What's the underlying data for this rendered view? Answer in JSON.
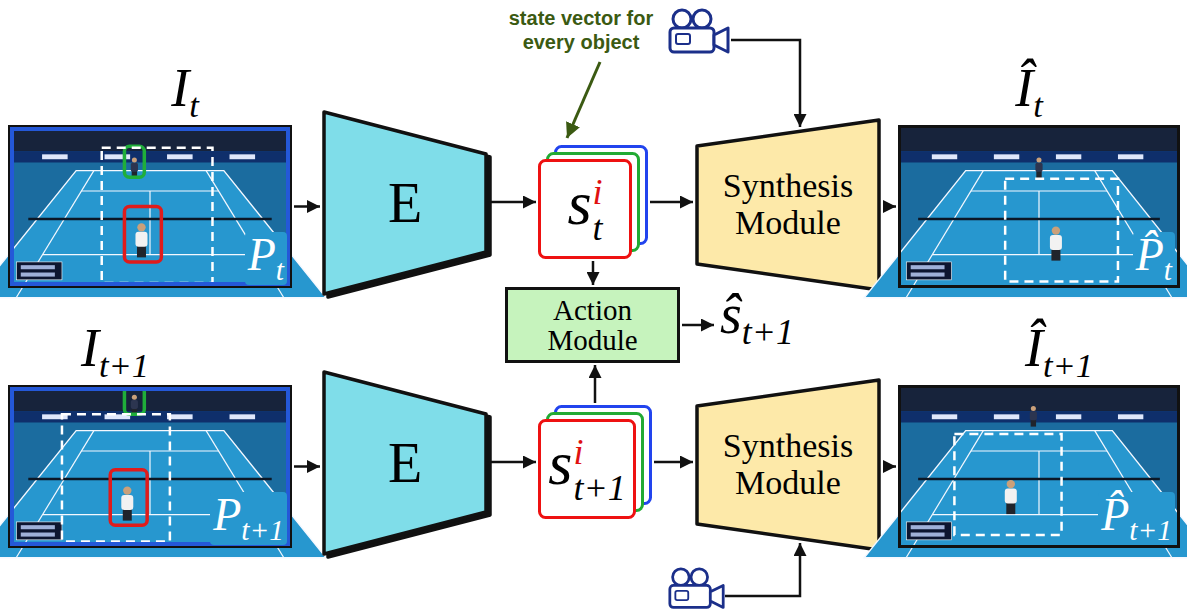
{
  "diagram": {
    "nodes": [
      {
        "text": [
          "I",
          "t",
          "P",
          "t"
        ]
      },
      {
        "text": [
          "E"
        ]
      },
      {
        "text": [
          "s",
          "i",
          "t"
        ]
      },
      {
        "text": [
          "Synthesis Module"
        ]
      },
      {
        "text": [
          "Î",
          "t",
          "P̂",
          "t"
        ]
      },
      {
        "text": [
          "Action Module"
        ]
      },
      {
        "text": [
          "I",
          "t+1",
          "P",
          "t+1"
        ]
      },
      {
        "text": [
          "E"
        ]
      },
      {
        "text": [
          "s",
          "i",
          "t+1"
        ]
      },
      {
        "text": [
          "Synthesis Module"
        ]
      },
      {
        "text": [
          "Î",
          "t+1",
          "P̂",
          "t+1"
        ]
      }
    ],
    "edges": [
      {
        "from": 0,
        "to": 1,
        "arrow": "to"
      },
      {
        "from": 1,
        "to": 2,
        "arrow": "to"
      },
      {
        "from": 2,
        "to": 3,
        "arrow": "to"
      },
      {
        "from": 3,
        "to": 4,
        "arrow": "to"
      },
      {
        "from": 2,
        "to": 5,
        "arrow": "to"
      },
      {
        "from": 8,
        "to": 5,
        "arrow": "to"
      },
      {
        "from": 6,
        "to": 7,
        "arrow": "to"
      },
      {
        "from": 7,
        "to": 8,
        "arrow": "to"
      },
      {
        "from": 8,
        "to": 9,
        "arrow": "to"
      },
      {
        "from": 9,
        "to": 10,
        "arrow": "to"
      }
    ],
    "labels": [
      "state vector for every object",
      "ŝ",
      "t+1"
    ]
  }
}
